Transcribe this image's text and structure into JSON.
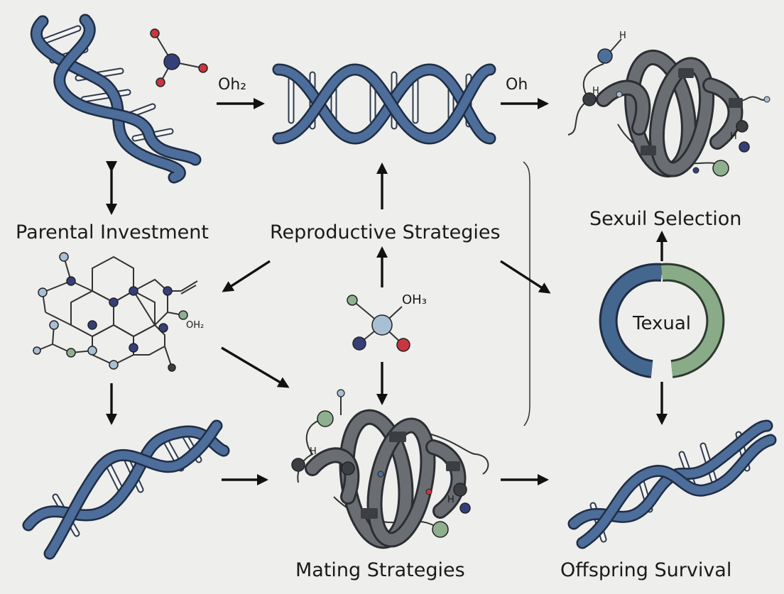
{
  "labels": {
    "parental_investment": "Parental Investment",
    "reproductive_strategies": "Reproductive Strategies",
    "sexual_selection": "Sexuil Selection",
    "mating_strategies": "Mating Strategies",
    "offspring_survival": "Offspring Survival",
    "ring_center": "Texual"
  },
  "arrow_labels": {
    "top_left": "Oh₂",
    "top_right": "Oh"
  },
  "molecule_labels": {
    "center_molecule": "OH₃",
    "hex_molecule": "OH₂",
    "protein_atom": "H"
  },
  "colors": {
    "dna_blue": "#4d6d9a",
    "dna_outline": "#1f2d44",
    "protein_gray": "#6a6e72",
    "atom_red": "#c8363f",
    "atom_navy": "#35407a",
    "atom_green": "#8fb08e",
    "atom_lightblue": "#a9bfd4",
    "ring_blue": "#44678f",
    "ring_green": "#8aab88",
    "background": "#eeeeec"
  }
}
